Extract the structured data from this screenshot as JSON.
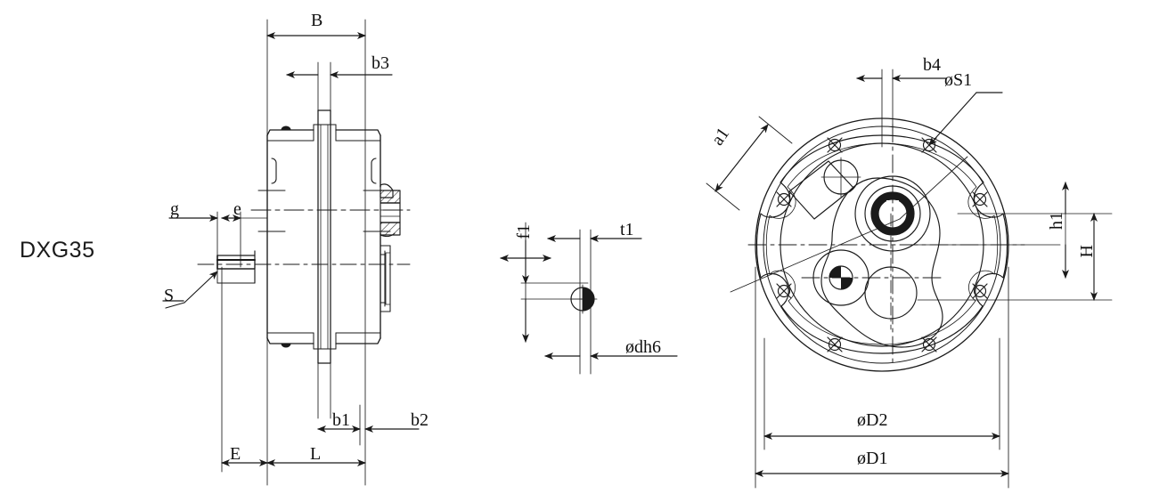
{
  "drawing": {
    "part_label": "DXG35",
    "background_color": "#ffffff",
    "line_color": "#1a1a1a",
    "views": [
      {
        "name": "side-section-view",
        "description": "Shaft mounted gear reducer side cross-section"
      },
      {
        "name": "keyway-detail-view",
        "description": "Output shaft keyway cross-section detail"
      },
      {
        "name": "front-face-view",
        "description": "Front circular flange face view"
      }
    ]
  },
  "side_view": {
    "dimensions": {
      "B": "B",
      "b3": "b3",
      "g": "g",
      "e": "e",
      "S": "S",
      "b1": "b1",
      "b2": "b2",
      "E": "E",
      "L": "L"
    }
  },
  "detail_view": {
    "dimensions": {
      "f1": "f1",
      "t1": "t1",
      "dh6": "ødh6"
    }
  },
  "face_view": {
    "dimensions": {
      "b4": "b4",
      "S1": "øS1",
      "a1": "a1",
      "h1": "h1",
      "H": "H",
      "D2": "øD2",
      "D1": "øD1"
    }
  }
}
